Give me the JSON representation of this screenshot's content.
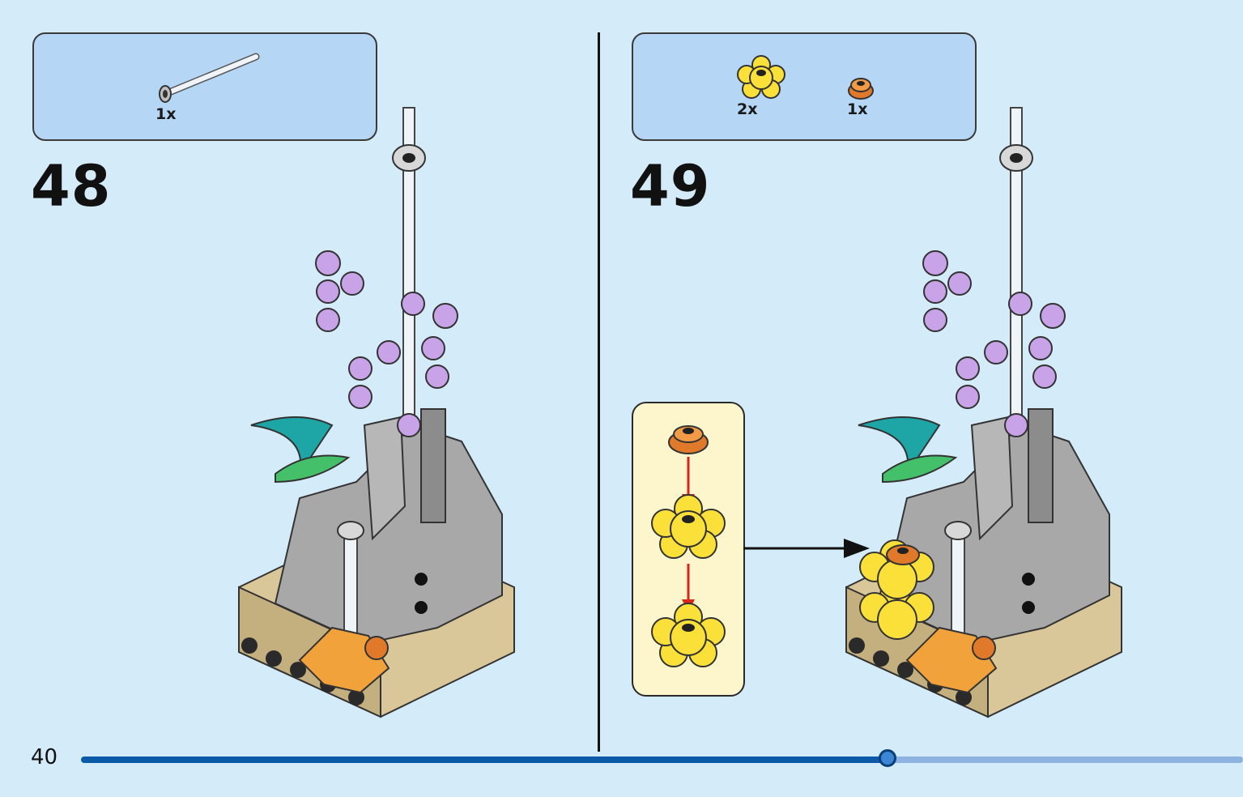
{
  "page": {
    "number": "40",
    "progress": 0.6943
  },
  "steps": [
    {
      "number": "48",
      "parts": [
        {
          "qty": "1x",
          "icon": "transparent-bar-with-clip-icon"
        }
      ]
    },
    {
      "number": "49",
      "parts": [
        {
          "qty": "2x",
          "icon": "yellow-flower-plate-icon"
        },
        {
          "qty": "1x",
          "icon": "orange-round-plate-icon"
        }
      ]
    }
  ],
  "colors": {
    "background": "#d4ebfa",
    "parts_box": "#b5d7f5",
    "subassembly_box": "#fdf6cc",
    "progress_done": "#0a5aa8",
    "progress_remaining": "#8fb3e0",
    "arrow_red": "#d9261c"
  }
}
